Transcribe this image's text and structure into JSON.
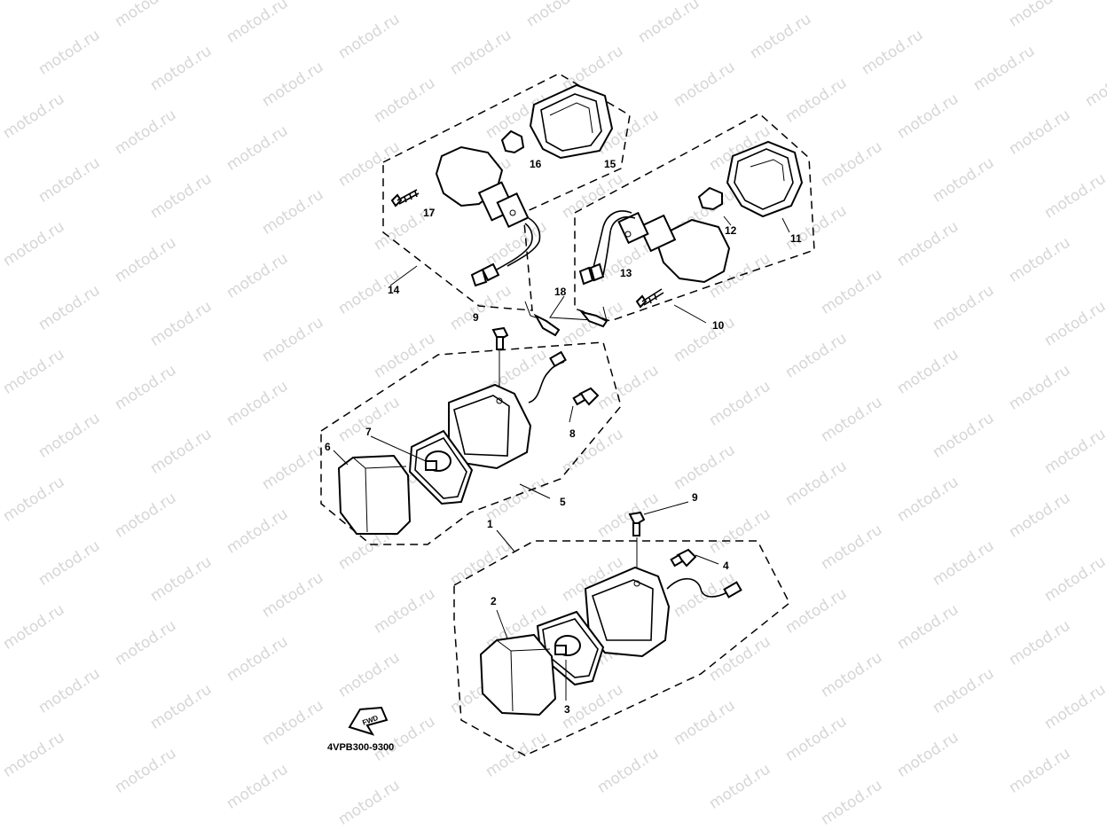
{
  "watermark": "motod.ru",
  "diagram_code": "4VPB300-9300",
  "fwd_label": "FWD",
  "callouts": {
    "c1": "1",
    "c2": "2",
    "c3": "3",
    "c4": "4",
    "c5": "5",
    "c6": "6",
    "c7": "7",
    "c8": "8",
    "c9a": "9",
    "c9b": "9",
    "c10": "10",
    "c11": "11",
    "c12": "12",
    "c13": "13",
    "c14": "14",
    "c15": "15",
    "c16": "16",
    "c17": "17",
    "c18": "18"
  }
}
